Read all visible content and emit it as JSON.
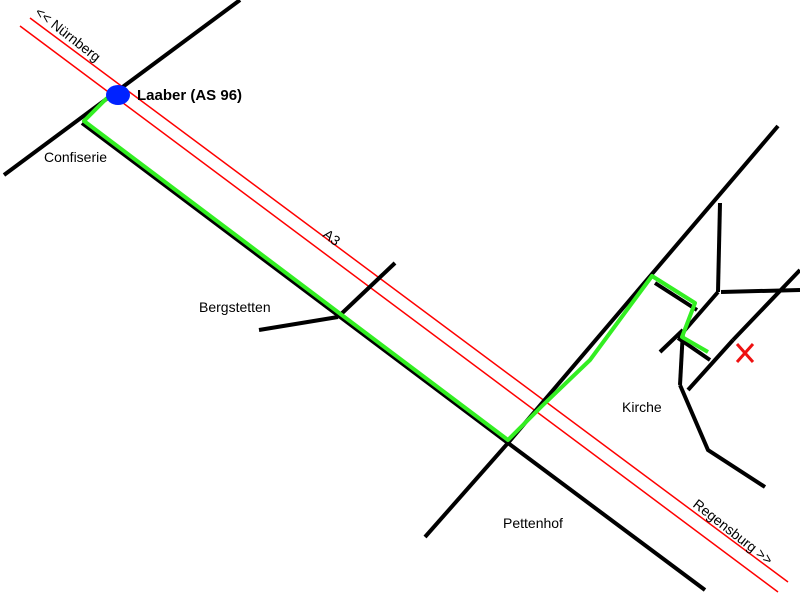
{
  "labels": {
    "nuernberg": "<< Nürnberg",
    "regensburg": "Regensburg >>",
    "laaber": "Laaber (AS 96)",
    "confiserie": "Confiserie",
    "a3": "A3",
    "bergstetten": "Bergstetten",
    "pettenhof": "Pettenhof",
    "kirche": "Kirche"
  },
  "colors": {
    "motorway": "#ff0000",
    "route": "#33ee22",
    "road": "#000000",
    "junction_marker": "#0022ff",
    "destination_marker": "#ee1111"
  },
  "markers": {
    "junction": "blue-circle",
    "destination": "red-x-icon"
  }
}
